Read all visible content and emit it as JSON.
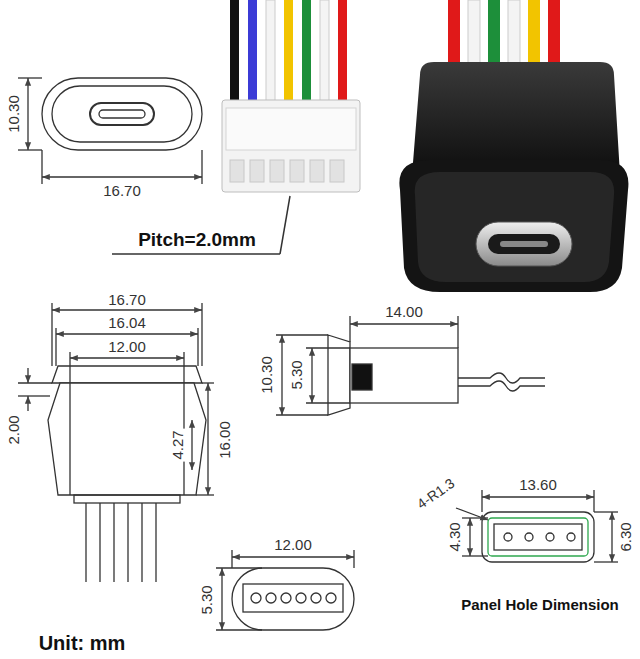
{
  "diagram": {
    "labels": [
      "10.30",
      "16.70",
      "Pitch=2.0mm",
      "16.70",
      "16.04",
      "12.00",
      "2.00",
      "4.27",
      "16.00",
      "14.00",
      "10.30",
      "5.30",
      "4-R1.3",
      "13.60",
      "4.30",
      "6.30",
      "12.00",
      "5.30",
      "Panel Hole Dimension",
      "Unit: mm"
    ]
  }
}
